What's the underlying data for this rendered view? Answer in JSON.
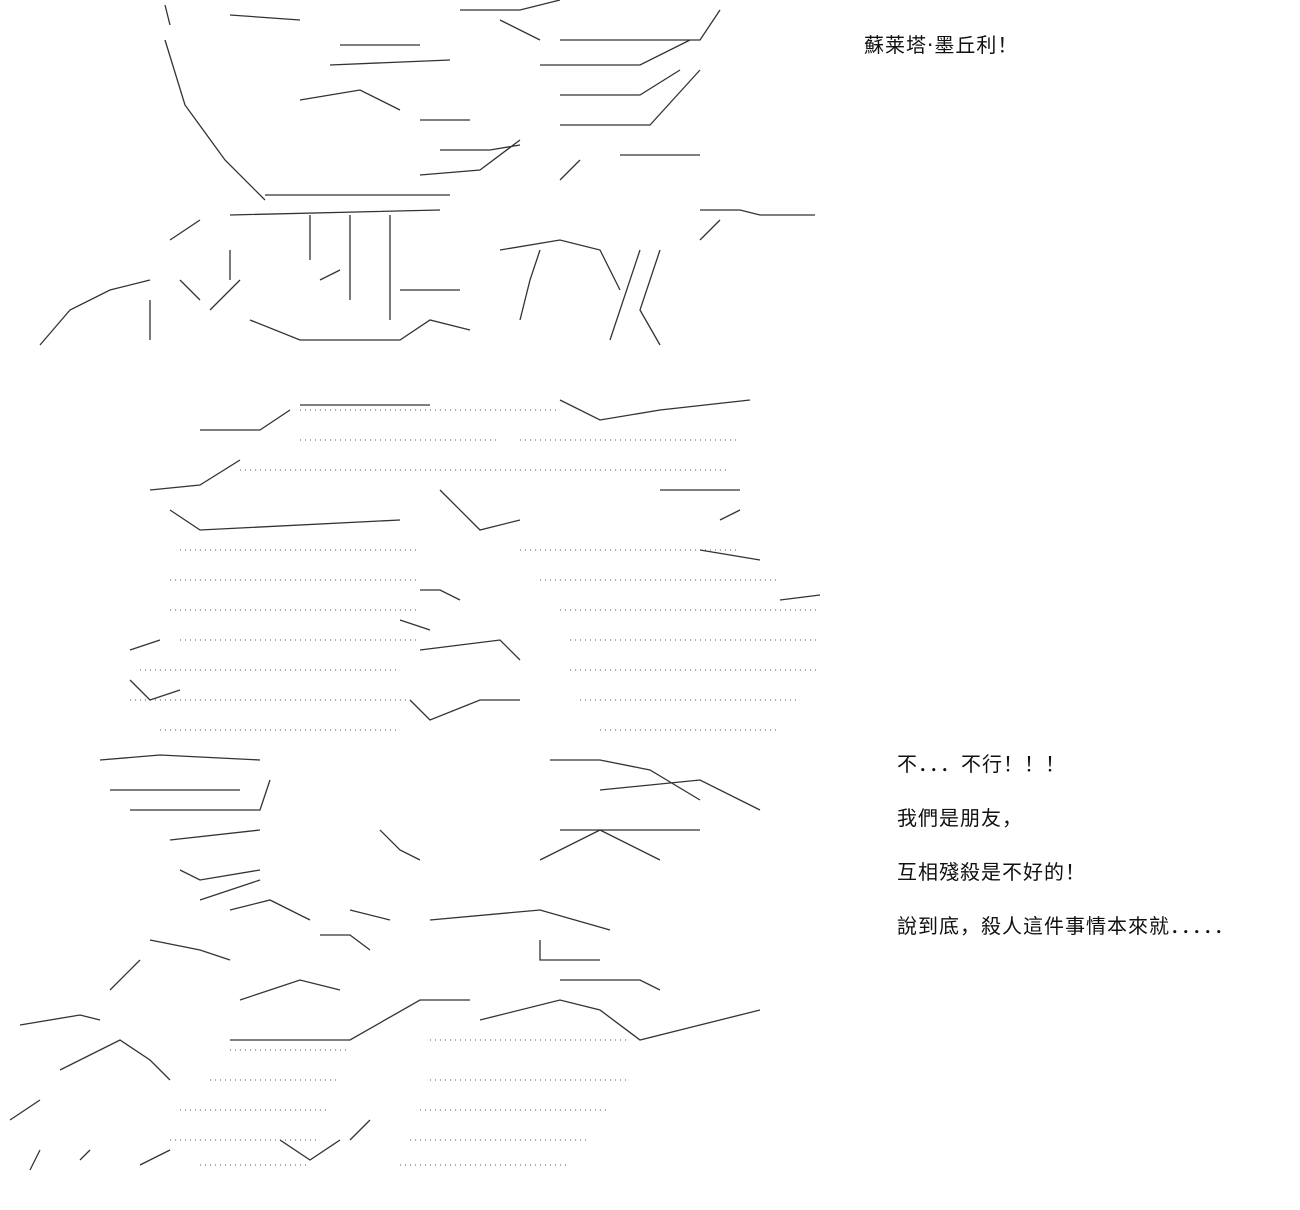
{
  "panel_top": {
    "caption": "蘇莱塔·墨丘利！"
  },
  "panel_bottom": {
    "dialogue": [
      "不．．．不行！！！",
      "我們是朋友，",
      "互相殘殺是不好的！",
      "說到底，殺人這件事情本來就．．．．．"
    ]
  }
}
